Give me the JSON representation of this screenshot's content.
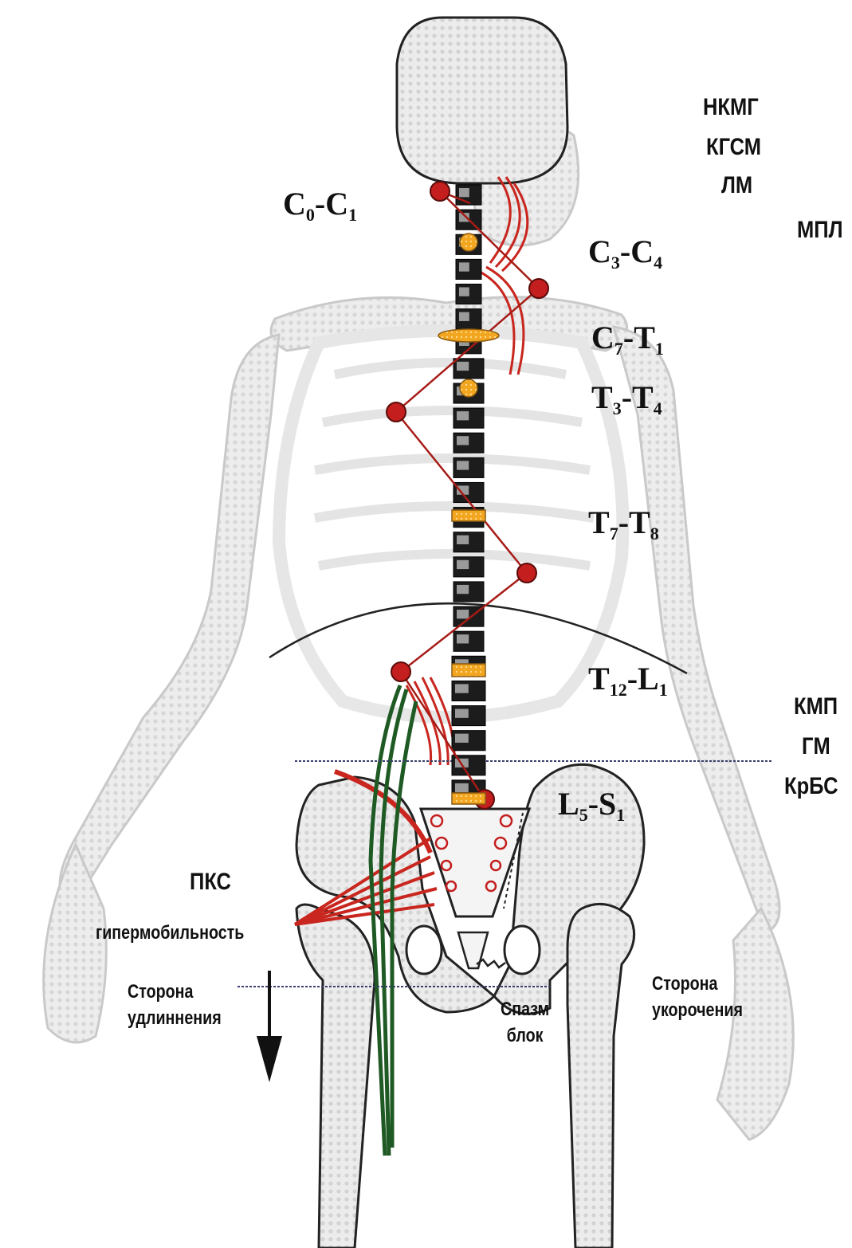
{
  "segments": {
    "c0c1": {
      "a": "C",
      "a_sub": "0",
      "b": "C",
      "b_sub": "1"
    },
    "c3c4": {
      "a": "C",
      "a_sub": "3",
      "b": "C",
      "b_sub": "4"
    },
    "c7t1": {
      "a": "C",
      "a_sub": "7",
      "b": "T",
      "b_sub": "1"
    },
    "t3t4": {
      "a": "T",
      "a_sub": "3",
      "b": "T",
      "b_sub": "4"
    },
    "t7t8": {
      "a": "T",
      "a_sub": "7",
      "b": "T",
      "b_sub": "8"
    },
    "t12l1": {
      "a": "T",
      "a_sub": "12",
      "b": "L",
      "b_sub": "1"
    },
    "l5s1": {
      "a": "L",
      "a_sub": "5",
      "b": "S",
      "b_sub": "1"
    }
  },
  "abbreviations": {
    "top": [
      "НКМГ",
      "КГСМ",
      "ЛМ"
    ],
    "mpl": "МПЛ",
    "pelvis": [
      "КМП",
      "ГМ",
      "КрБС"
    ],
    "pks": "ПКС"
  },
  "notes": {
    "hypermobility": "гипермобильность",
    "lengthening_side": [
      "Сторона",
      "удлиннения"
    ],
    "shortening_side": [
      "Сторона",
      "укорочения"
    ],
    "spasm_block": [
      "Спазм",
      "блок"
    ]
  },
  "colors": {
    "skeleton_fill": "#e9e9e9",
    "skeleton_stroke": "#c4c4c4",
    "vertebra": "#1c1c1c",
    "joint_red": "#c41e1e",
    "muscle_red": "#c8261e",
    "highlight_orange": "#f2a51f",
    "muscle_green": "#1f5a24",
    "guide_line": "#3a3f6e"
  }
}
